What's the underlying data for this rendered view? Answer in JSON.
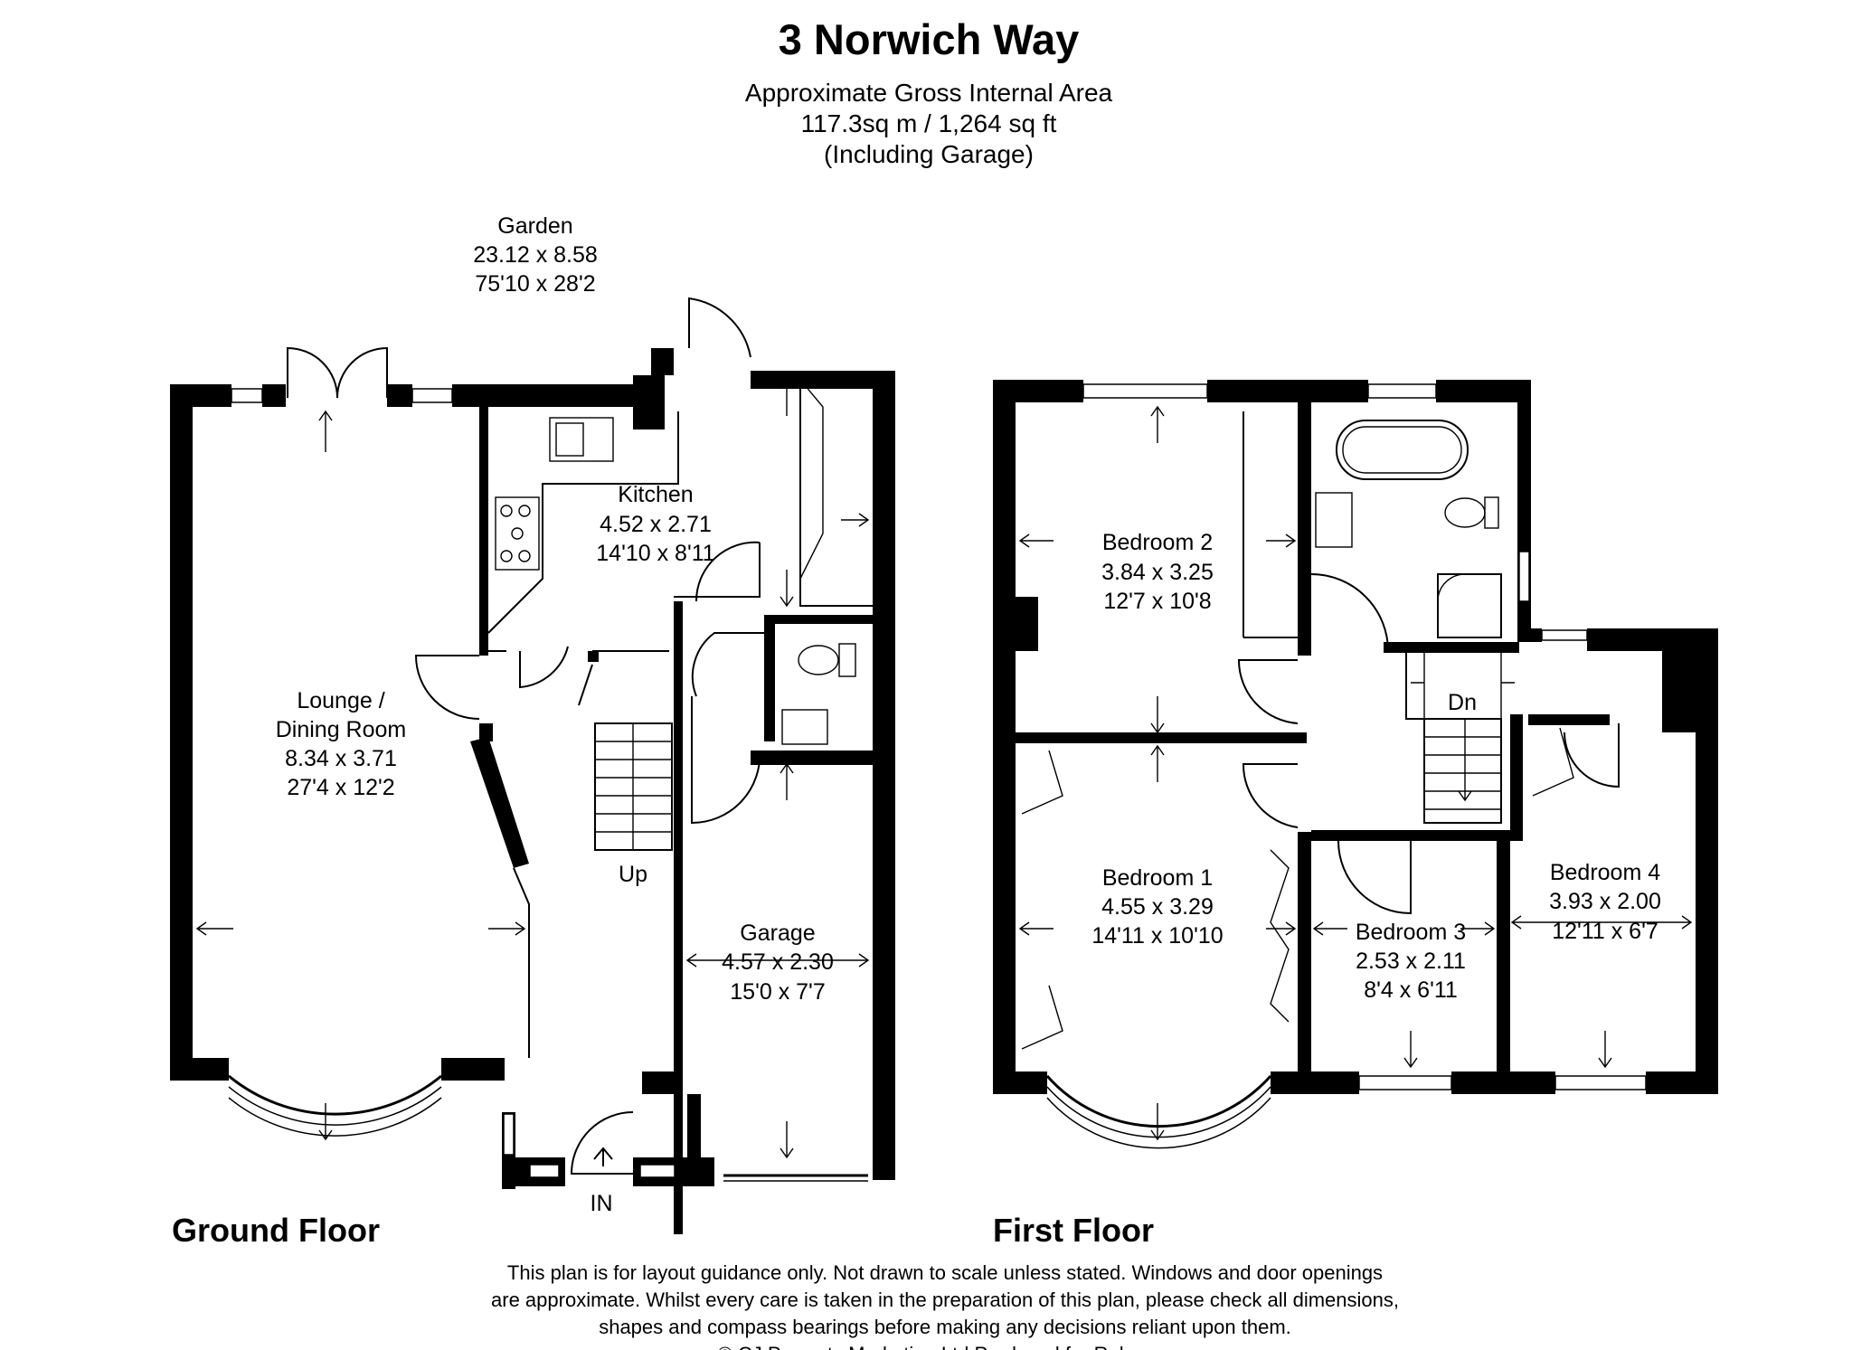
{
  "header": {
    "title": "3 Norwich Way",
    "area_label": "Approximate Gross Internal Area",
    "area_value": "117.3sq m / 1,264 sq ft",
    "area_note": "(Including Garage)"
  },
  "ground_floor": {
    "label": "Ground Floor",
    "rooms": {
      "garden": {
        "name": "Garden",
        "metric": "23.12 x 8.58",
        "imperial": "75'10 x 28'2"
      },
      "kitchen": {
        "name": "Kitchen",
        "metric": "4.52 x 2.71",
        "imperial": "14'10 x 8'11"
      },
      "lounge": {
        "name_line1": "Lounge /",
        "name_line2": "Dining Room",
        "metric": "8.34 x 3.71",
        "imperial": "27'4 x 12'2"
      },
      "garage": {
        "name": "Garage",
        "metric": "4.57 x 2.30",
        "imperial": "15'0 x 7'7"
      }
    },
    "stairs_label": "Up",
    "entrance_label": "IN"
  },
  "first_floor": {
    "label": "First Floor",
    "rooms": {
      "bedroom2": {
        "name": "Bedroom 2",
        "metric": "3.84 x 3.25",
        "imperial": "12'7 x 10'8"
      },
      "bedroom1": {
        "name": "Bedroom 1",
        "metric": "4.55 x 3.29",
        "imperial": "14'11 x 10'10"
      },
      "bedroom3": {
        "name": "Bedroom 3",
        "metric": "2.53 x 2.11",
        "imperial": "8'4 x 6'11"
      },
      "bedroom4": {
        "name": "Bedroom 4",
        "metric": "3.93 x 2.00",
        "imperial": "12'11 x 6'7"
      }
    },
    "stairs_label": "Dn"
  },
  "disclaimer": {
    "line1": "This plan is for layout guidance only. Not drawn to scale unless stated. Windows and door openings",
    "line2": "are approximate. Whilst every care is taken in the preparation of this plan, please check all dimensions,",
    "line3": "shapes and compass bearings before making any decisions reliant upon them.",
    "line4": "© CJ Property Marketing Ltd Produced for Robsons"
  }
}
